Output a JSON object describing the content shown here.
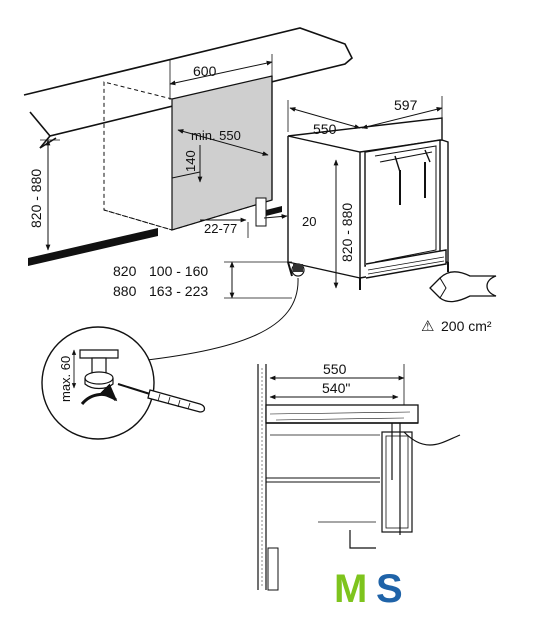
{
  "diagram": {
    "niche": {
      "width": "600",
      "min_depth": "min. 550",
      "height_range": "820 - 880",
      "offset_140": "140",
      "offset_range": "22-77",
      "clearance": "20"
    },
    "appliance": {
      "depth": "550",
      "width": "597",
      "height_range": "820 - 880"
    },
    "feet_table": {
      "row1_height": "820",
      "row1_range": "100 - 160",
      "row2_height": "880",
      "row2_range": "163 - 223"
    },
    "foot_detail": {
      "max_label": "max. 60"
    },
    "ventilation": {
      "warning_symbol": "⚠",
      "area": "200 cm²"
    },
    "section_detail": {
      "dim_550": "550",
      "dim_540": "540\""
    },
    "logo": {
      "letter_m": "M",
      "letter_s": "S"
    }
  }
}
